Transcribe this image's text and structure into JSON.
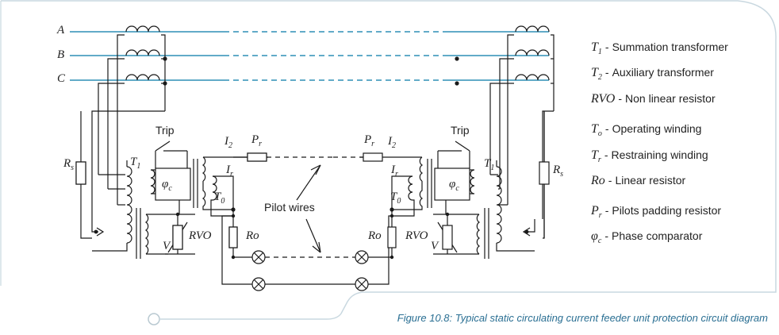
{
  "phases": [
    "A",
    "B",
    "C"
  ],
  "labels": {
    "trip": "Trip",
    "t1": "T",
    "t1_sub": "1",
    "rs": "R",
    "rs_sub": "s",
    "phi": "φ",
    "phi_sub": "c",
    "i2": "I",
    "i2_sub": "2",
    "ir": "I",
    "ir_sub": "r",
    "t0": "T",
    "t0_sub": "0",
    "pr": "P",
    "pr_sub": "r",
    "ro": "Ro",
    "rvo": "RVO",
    "v": "V",
    "pilot_wires": "Pilot wires"
  },
  "legend": [
    {
      "sym": "T",
      "sub": "1",
      "text": "Summation transformer"
    },
    {
      "sym": "T",
      "sub": "2",
      "text": "Auxiliary transformer"
    },
    {
      "sym": "RVO",
      "sub": "",
      "text": "Non linear resistor"
    },
    {
      "sym": "T",
      "sub": "o",
      "text": "Operating winding"
    },
    {
      "sym": "T",
      "sub": "r",
      "text": "Restraining winding"
    },
    {
      "sym": "Ro",
      "sub": "",
      "text": "Linear resistor"
    },
    {
      "sym": "P",
      "sub": "r",
      "text": "Pilots padding resistor"
    },
    {
      "sym": "φ",
      "sub": "c",
      "text": "Phase comparator"
    }
  ],
  "caption": "Figure 10.8: Typical static circulating current feeder  unit protection circuit diagram",
  "colors": {
    "line": "#1a1a1a",
    "phase": "#2f8fb5",
    "frame": "#c9d8e0",
    "caption": "#2a6f93"
  }
}
